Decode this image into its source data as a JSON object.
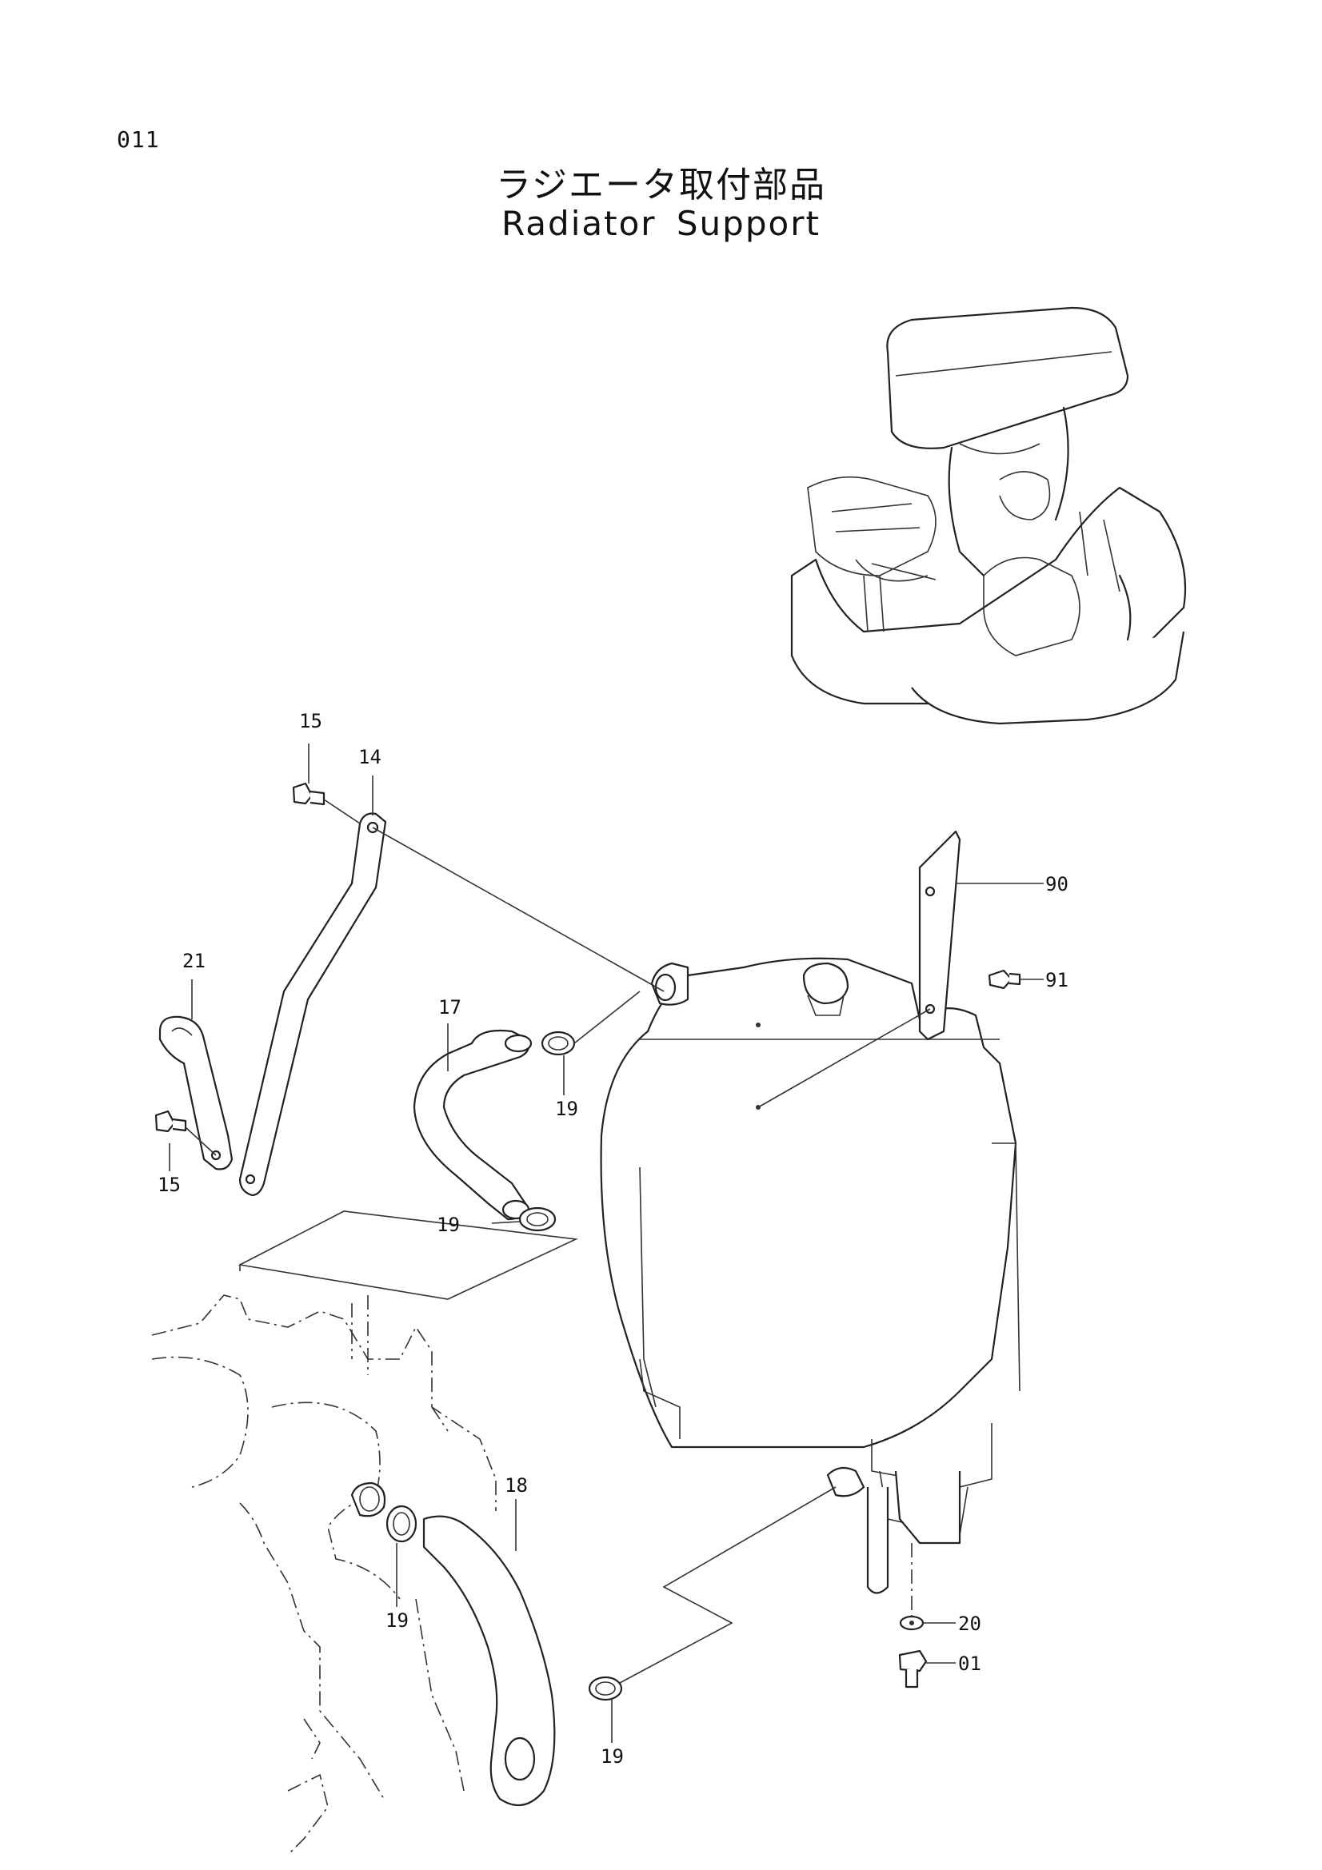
{
  "page": {
    "number": "011",
    "title_jp": "ラジエータ取付部品",
    "title_en": "Radiator Support"
  },
  "callouts": [
    {
      "id": "c15a",
      "label": "15"
    },
    {
      "id": "c14",
      "label": "14"
    },
    {
      "id": "c21",
      "label": "21"
    },
    {
      "id": "c15b",
      "label": "15"
    },
    {
      "id": "c17",
      "label": "17"
    },
    {
      "id": "c19a",
      "label": "19"
    },
    {
      "id": "c19b",
      "label": "19"
    },
    {
      "id": "c90",
      "label": "90"
    },
    {
      "id": "c91",
      "label": "91"
    },
    {
      "id": "c18",
      "label": "18"
    },
    {
      "id": "c19c",
      "label": "19"
    },
    {
      "id": "c19d",
      "label": "19"
    },
    {
      "id": "c20",
      "label": "20"
    },
    {
      "id": "c01",
      "label": "01"
    }
  ]
}
